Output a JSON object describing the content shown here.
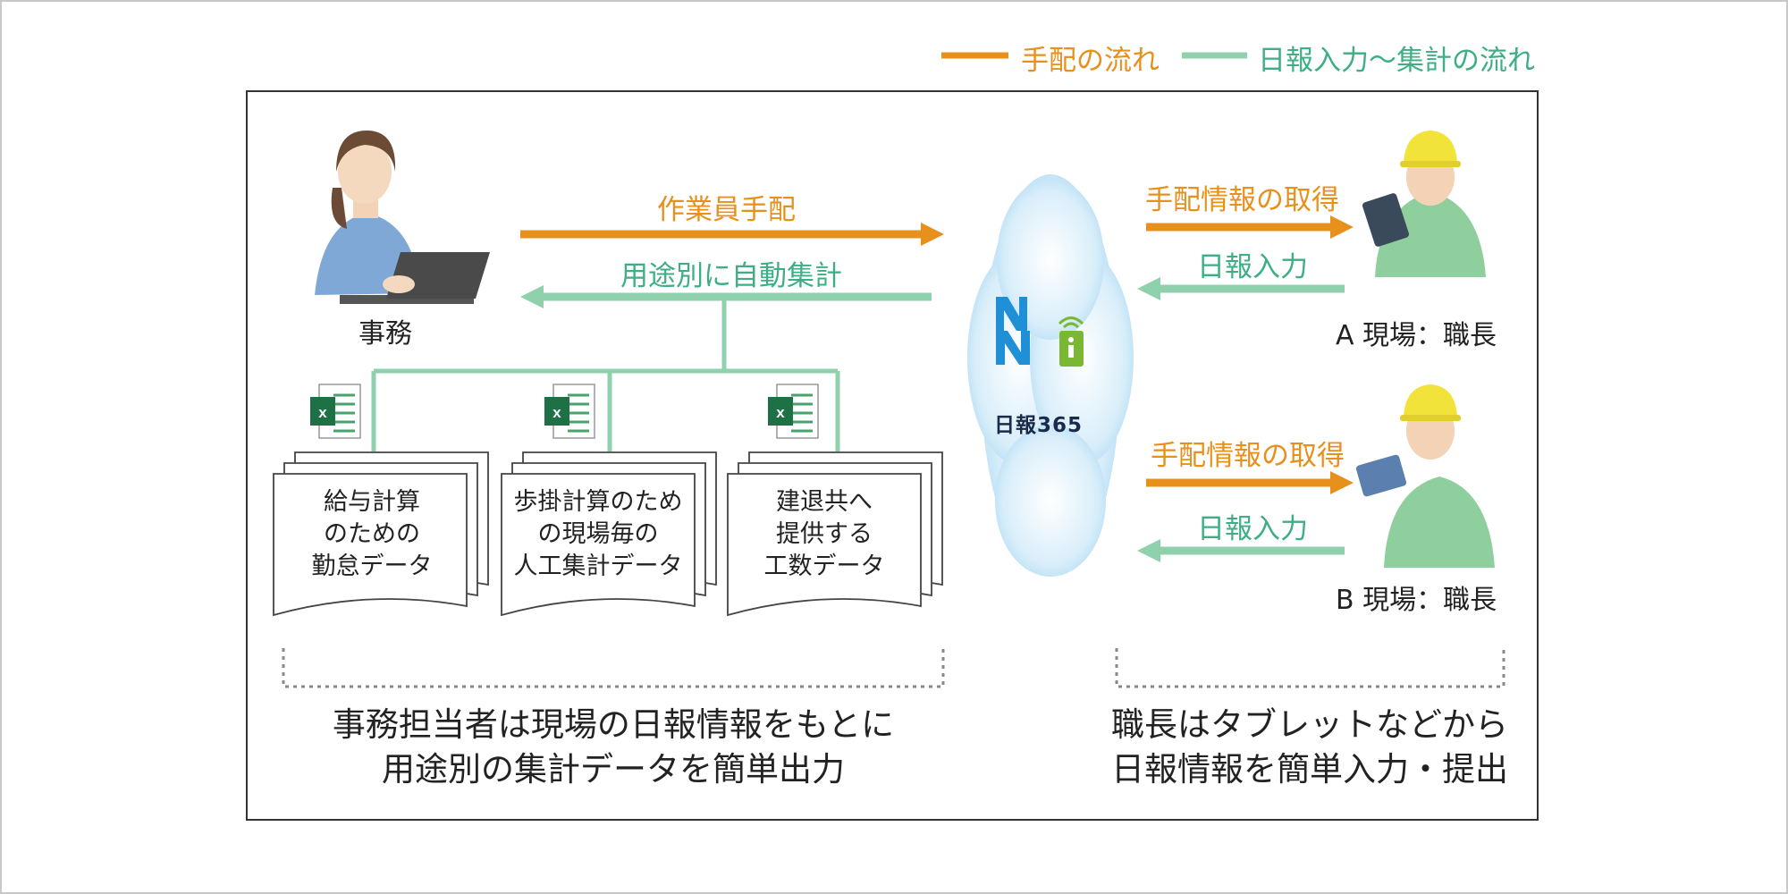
{
  "legend": {
    "arrange_flow": "手配の流れ",
    "report_flow": "日報入力〜集計の流れ"
  },
  "office": {
    "label": "事務",
    "arrange_workers": "作業員手配",
    "auto_aggregate": "用途別に自動集計"
  },
  "documents": [
    {
      "line1": "給与計算",
      "line2": "のための",
      "line3": "勤怠データ"
    },
    {
      "line1": "歩掛計算のため",
      "line2": "の現場毎の",
      "line3": "人工集計データ"
    },
    {
      "line1": "建退共へ",
      "line2": "提供する",
      "line3": "工数データ"
    }
  ],
  "cloud": {
    "logo_letter": "N",
    "service_name": "日報365"
  },
  "site_a": {
    "get_arrangement": "手配情報の取得",
    "daily_input": "日報入力",
    "label": "A 現場：職長"
  },
  "site_b": {
    "get_arrangement": "手配情報の取得",
    "daily_input": "日報入力",
    "label": "B 現場：職長"
  },
  "captions": {
    "left_line1": "事務担当者は現場の日報情報をもとに",
    "left_line2": "用途別の集計データを簡単出力",
    "right_line1": "職長はタブレットなどから",
    "right_line2": "日報情報を簡単入力・提出"
  },
  "colors": {
    "arrange": "#e8901c",
    "report": "#8fd0ad",
    "report_text": "#3eae84",
    "excel": "#1e7145"
  }
}
